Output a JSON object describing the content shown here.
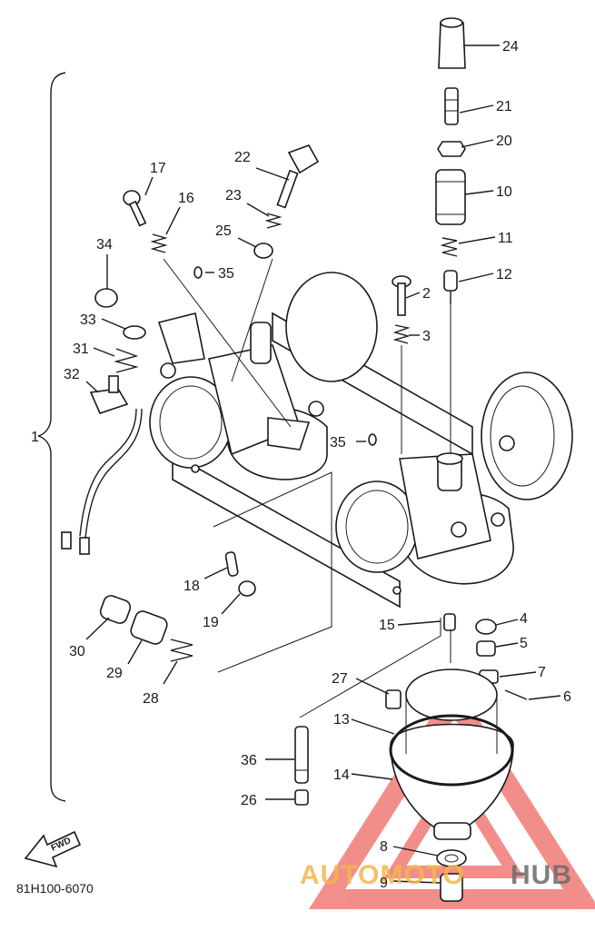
{
  "labels": {
    "n1": "1",
    "n2": "2",
    "n3": "3",
    "n4": "4",
    "n5": "5",
    "n6": "6",
    "n7": "7",
    "n8": "8",
    "n9": "9",
    "n10": "10",
    "n11": "11",
    "n12": "12",
    "n13": "13",
    "n14": "14",
    "n15": "15",
    "n16": "16",
    "n17": "17",
    "n18": "18",
    "n19": "19",
    "n20": "20",
    "n21": "21",
    "n22": "22",
    "n23": "23",
    "n24": "24",
    "n25": "25",
    "n26": "26",
    "n27": "27",
    "n28": "28",
    "n29": "29",
    "n30": "30",
    "n31": "31",
    "n32": "32",
    "n33": "33",
    "n34": "34",
    "n35a": "35",
    "n35b": "35",
    "n36": "36"
  },
  "part_code": "81H100-6070",
  "fwd_label": "FWD",
  "watermark": {
    "part1": "AUTOMOTO",
    "part2": "HUB"
  },
  "colors": {
    "line": "#1a1a1a",
    "watermark_triangle": "#e8332a",
    "watermark_text_1": "#f2b84b",
    "watermark_text_2": "#6b6b6b"
  }
}
